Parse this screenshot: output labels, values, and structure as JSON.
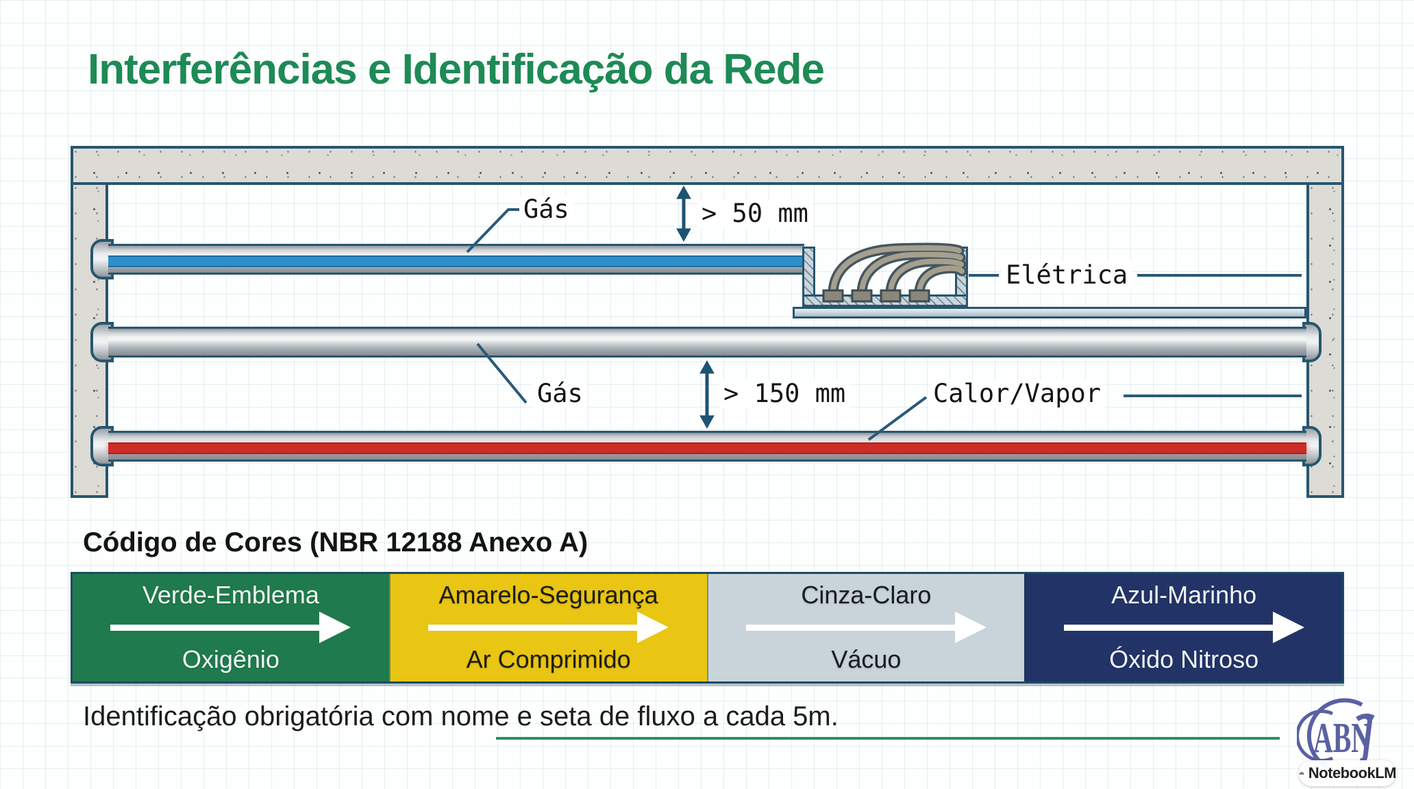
{
  "title": "Interferências e Identificação da Rede",
  "colors": {
    "title_green": "#1e8a55",
    "outline_blue": "#27566e",
    "gas_stripe_blue": "#2e8ec9",
    "heat_stripe_red": "#ce2d27",
    "underline_green": "#2e8f62"
  },
  "diagram": {
    "labels": {
      "gas_top": "Gás",
      "gas_mid": "Gás",
      "electrical": "Elétrica",
      "heat": "Calor/Vapor"
    },
    "dimensions": {
      "clearance_top": "> 50 mm",
      "clearance_mid": "> 150 mm"
    }
  },
  "color_code": {
    "heading": "Código de Cores (NBR 12188 Anexo A)",
    "segments": [
      {
        "name": "Verde-Emblema",
        "gas": "Oxigênio",
        "bg": "#1f7a4d",
        "fg": "#f2f7f1"
      },
      {
        "name": "Amarelo-Segurança",
        "gas": "Ar Comprimido",
        "bg": "#e9c514",
        "fg": "#1c1d12"
      },
      {
        "name": "Cinza-Claro",
        "gas": "Vácuo",
        "bg": "#c9d3da",
        "fg": "#181d24"
      },
      {
        "name": "Azul-Marinho",
        "gas": "Óxido Nitroso",
        "bg": "#223367",
        "fg": "#f2f5f9"
      }
    ]
  },
  "footer": {
    "note": "Identificação obrigatória com nome e seta de fluxo a cada 5m.",
    "abnt_logo": "ABNT",
    "watermark": "NotebookLM"
  }
}
